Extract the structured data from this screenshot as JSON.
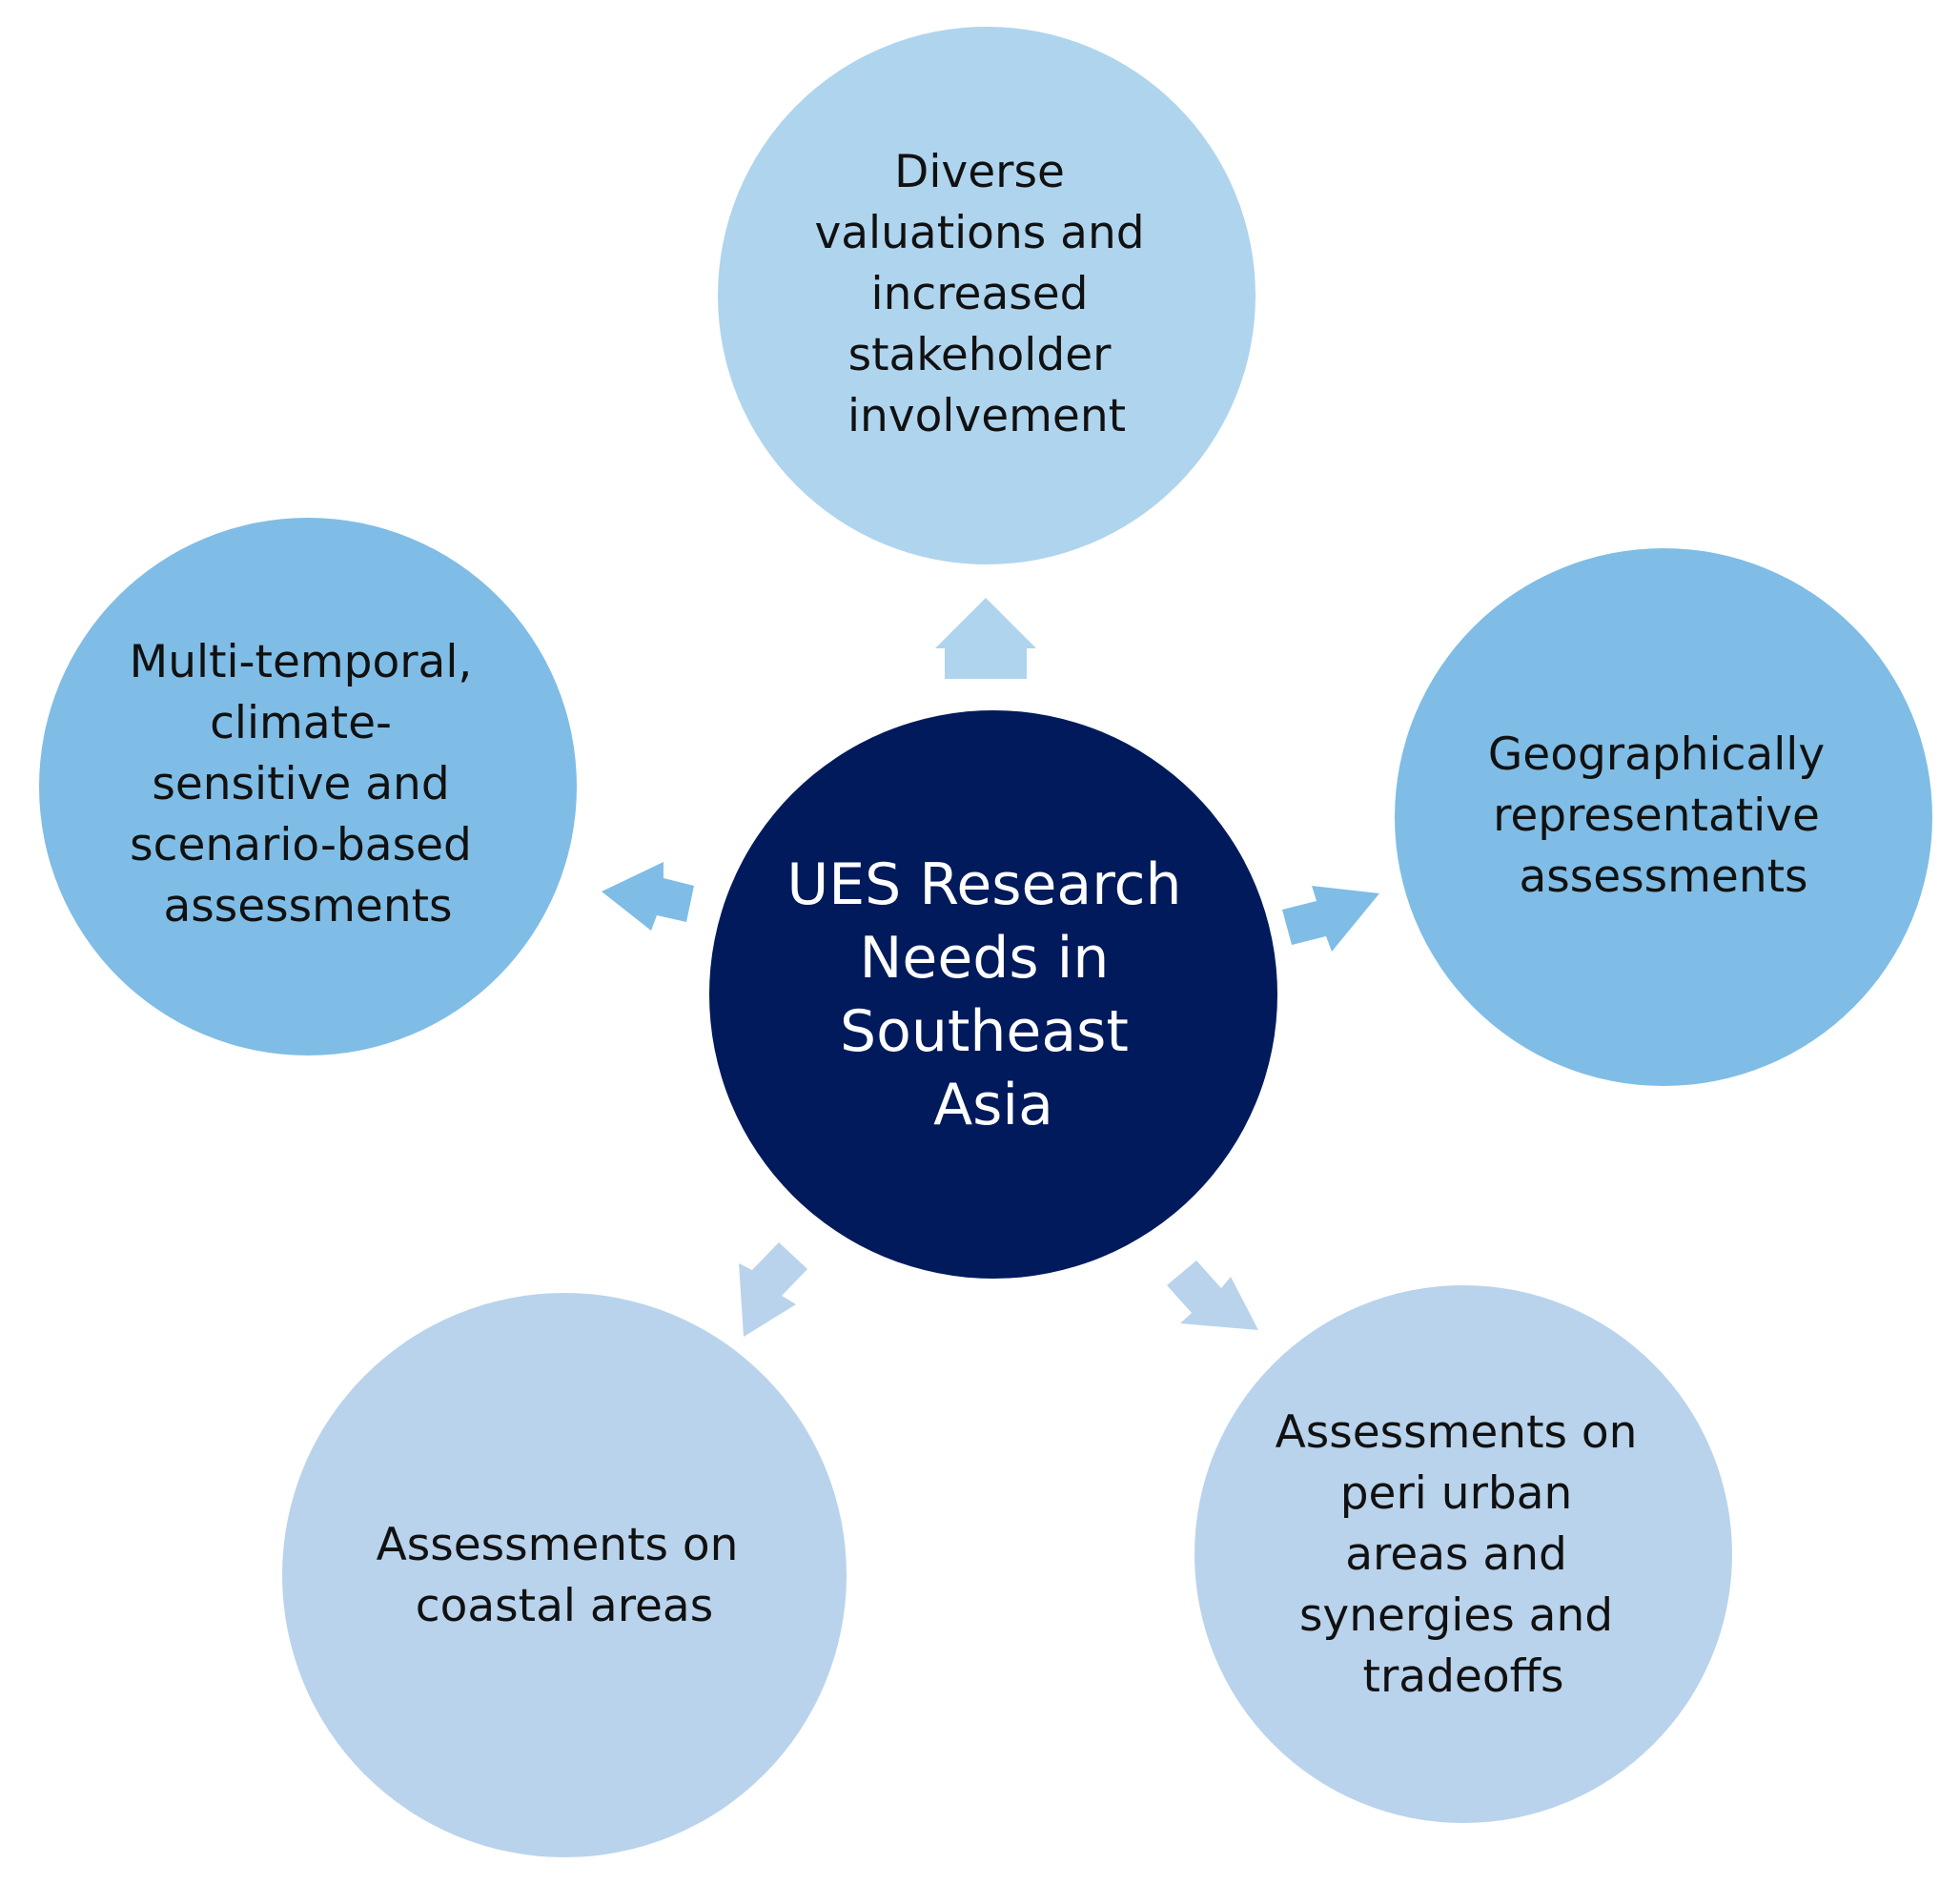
{
  "center": {
    "label_lines": [
      "UES Research",
      "Needs in",
      "Southeast",
      "Asia"
    ],
    "color": "#001a5c"
  },
  "nodes": [
    {
      "id": "top",
      "label_lines": [
        "Diverse",
        "valuations and",
        "increased",
        "stakeholder",
        "involvement"
      ],
      "color": "#afd4ee",
      "arrow_color": "#afd4ee"
    },
    {
      "id": "right",
      "label_lines": [
        "Geographically",
        "representative",
        "assessments"
      ],
      "color": "#7fbde6",
      "arrow_color": "#7fbde6"
    },
    {
      "id": "bottom-right",
      "label_lines": [
        "Assessments on",
        "peri urban",
        "areas and",
        "synergies and",
        "tradeoffs"
      ],
      "color": "#b9d3ec",
      "arrow_color": "#b9d3ec"
    },
    {
      "id": "bottom-left",
      "label_lines": [
        "Assessments on",
        "coastal areas"
      ],
      "color": "#b9d3ec",
      "arrow_color": "#b9d3ec"
    },
    {
      "id": "left",
      "label_lines": [
        "Multi-temporal,",
        "climate-",
        "sensitive and",
        "scenario-based",
        "assessments"
      ],
      "color": "#7fbde6",
      "arrow_color": "#7fbde6"
    }
  ]
}
